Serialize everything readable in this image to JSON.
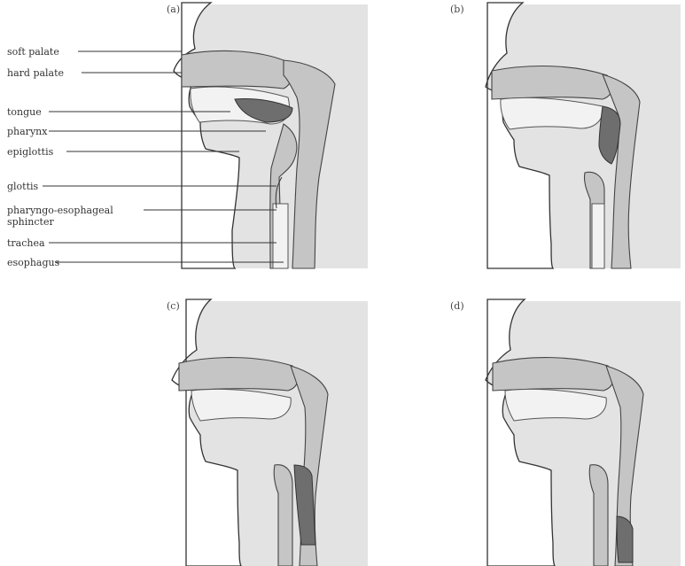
{
  "panels": [
    {
      "id": "a",
      "label": "(a)"
    },
    {
      "id": "b",
      "label": "(b)"
    },
    {
      "id": "c",
      "label": "(c)"
    },
    {
      "id": "d",
      "label": "(d)"
    }
  ],
  "labels": {
    "soft_palate": "soft palate",
    "hard_palate": "hard palate",
    "tongue": "tongue",
    "pharynx": "pharynx",
    "epiglottis": "epiglottis",
    "glottis": "glottis",
    "sphincter_line1": "pharyngo-esophageal",
    "sphincter_line2": "sphincter",
    "trachea": "trachea",
    "esophagus": "esophagus"
  },
  "colors": {
    "background": "#e3e3e3",
    "tissue": "#c5c5c5",
    "bolus": "#6e6e6e"
  }
}
